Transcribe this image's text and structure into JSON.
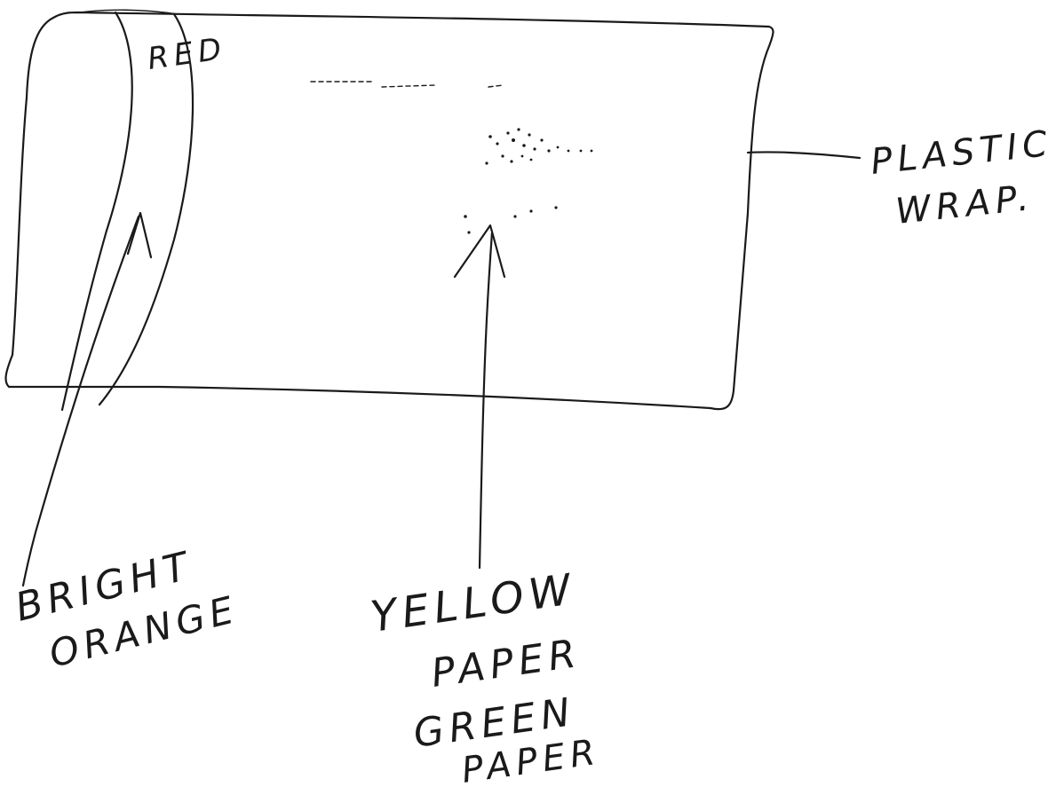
{
  "labels": {
    "red": "RED",
    "plastic_wrap_line1": "PLASTIC",
    "plastic_wrap_line2": "WRAP.",
    "bright_orange_line1": "BRIGHT",
    "bright_orange_line2": "ORANGE",
    "yellow_paper_line1": "YELLOW",
    "yellow_paper_line2": "PAPER",
    "green_paper_line1": "GREEN",
    "green_paper_line2": "PAPER"
  }
}
